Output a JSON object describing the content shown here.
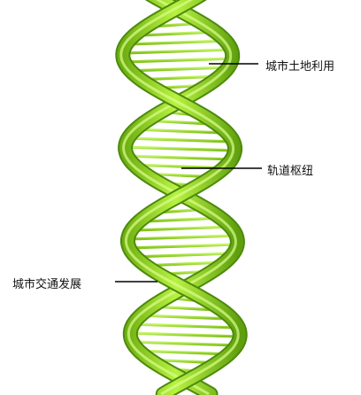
{
  "diagram": {
    "labels": {
      "top": "城市土地利用",
      "middle": "轨道枢纽",
      "left": "城市交通发展"
    }
  },
  "colors": {
    "strand_light": "#b7ef3a",
    "strand_mid": "#8fd21b",
    "strand_dark": "#5f9f0e",
    "leader_line": "#000000"
  }
}
